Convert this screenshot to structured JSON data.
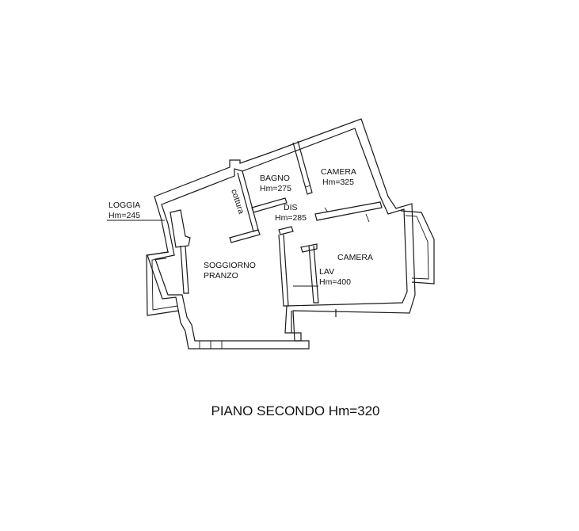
{
  "title": "PIANO SECONDO Hm=320",
  "rooms": {
    "loggia": {
      "name": "LOGGIA",
      "height": "Hm=245"
    },
    "soggiorno": {
      "name1": "SOGGIORNO",
      "name2": "PRANZO"
    },
    "cottura": {
      "name": "cottura"
    },
    "bagno": {
      "name": "BAGNO",
      "height": "Hm=275"
    },
    "camera1": {
      "name": "CAMERA",
      "height": "Hm=325"
    },
    "dis": {
      "name": "DIS",
      "height": "Hm=285"
    },
    "camera2": {
      "name": "CAMERA"
    },
    "lav": {
      "name": "LAV",
      "height": "Hm=400"
    }
  }
}
